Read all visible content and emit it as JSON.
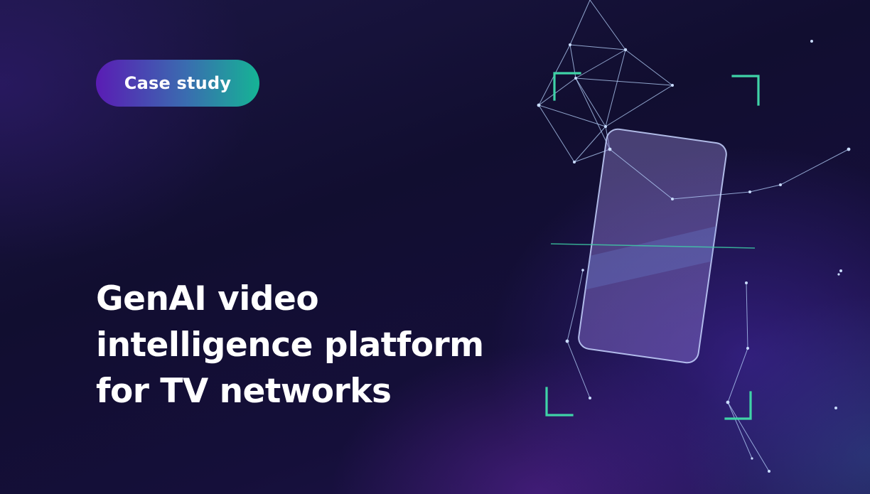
{
  "badge": {
    "label": "Case study"
  },
  "headline": {
    "lines": [
      "GenAI video",
      "intelligence platform",
      "for TV networks"
    ]
  },
  "colors": {
    "background": "#130f33",
    "badge_gradient_start": "#5a1cb4",
    "badge_gradient_end": "#15b495",
    "accent_green": "#3fd3a7",
    "network_line": "#b9d6ff",
    "text": "#ffffff"
  },
  "illustration": {
    "icon": "phone-scan-network-illustration"
  }
}
